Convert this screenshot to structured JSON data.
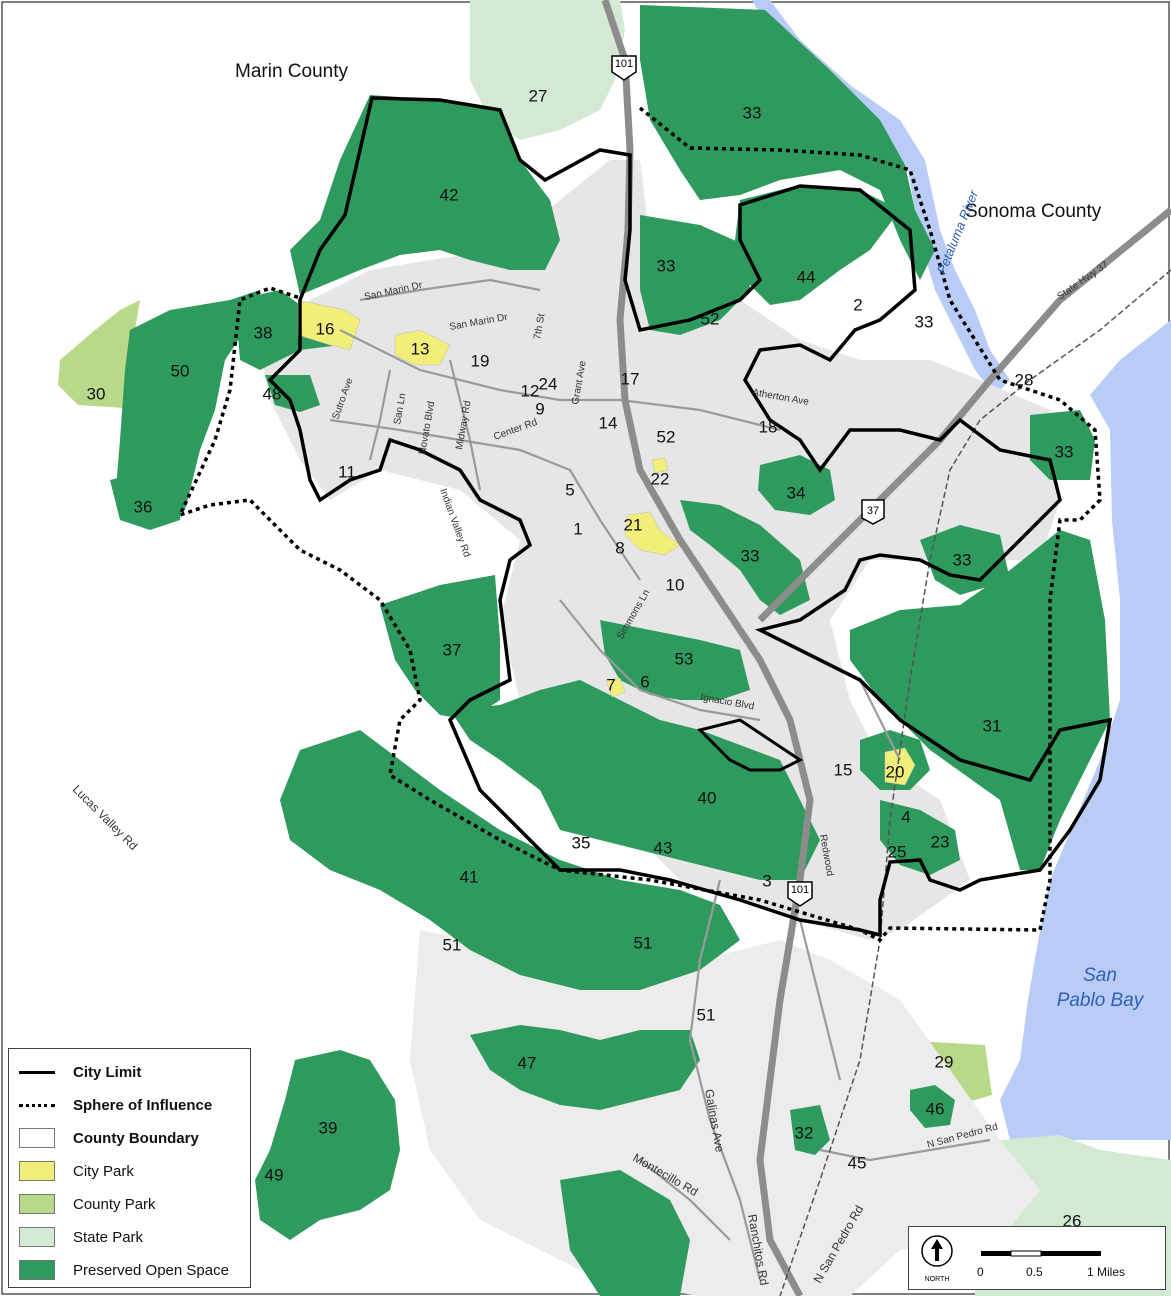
{
  "colors": {
    "preserved_open_space": "#2e9a5e",
    "city_park": "#f2ee7a",
    "county_park": "#b9d98a",
    "state_park": "#d4e9d4",
    "urban": "#e6e6e6",
    "water": "#b9ccf7",
    "road": "#8a8a8a",
    "highway": "#8c8c8c"
  },
  "regions": {
    "marin": "Marin County",
    "sonoma": "Sonoma County",
    "bay_line1": "San",
    "bay_line2": "Pablo Bay",
    "river": "Petaluma River"
  },
  "highways": {
    "us101_top": "101",
    "us101_bottom": "101",
    "sr37": "37"
  },
  "roads": [
    "San Marin Dr",
    "7th St",
    "Atherton Ave",
    "San Marin Dr",
    "Sutro Ave",
    "San Ln",
    "Novato Blvd",
    "Center Rd",
    "Midway Rd",
    "Grant Ave",
    "Indian Valley Rd",
    "Simmons Ln",
    "Ignacio Blvd",
    "Lucas Valley Rd",
    "Galinas Ave",
    "Montecillo Rd",
    "Ranchitos Rd",
    "N San Pedro Rd",
    "N San Pedro Rd",
    "State Hwy 37",
    "Redwood"
  ],
  "site_labels": [
    "27",
    "33",
    "42",
    "33",
    "44",
    "2",
    "33",
    "52",
    "38",
    "16",
    "13",
    "19",
    "50",
    "30",
    "48",
    "12",
    "24",
    "9",
    "17",
    "14",
    "52",
    "18",
    "28",
    "33",
    "11",
    "36",
    "5",
    "22",
    "34",
    "1",
    "21",
    "8",
    "33",
    "10",
    "37",
    "33",
    "53",
    "7",
    "6",
    "31",
    "40",
    "15",
    "20",
    "35",
    "43",
    "4",
    "23",
    "25",
    "41",
    "3",
    "51",
    "51",
    "51",
    "29",
    "47",
    "46",
    "39",
    "32",
    "49",
    "45",
    "26"
  ],
  "legend": {
    "city_limit": "City Limit",
    "sphere": "Sphere of Influence",
    "county_boundary": "County Boundary",
    "city_park": "City Park",
    "county_park": "County Park",
    "state_park": "State Park",
    "preserved": "Preserved Open Space"
  },
  "scale": {
    "north": "NORTH",
    "t0": "0",
    "t1": "0.5",
    "t2": "1 Miles"
  }
}
